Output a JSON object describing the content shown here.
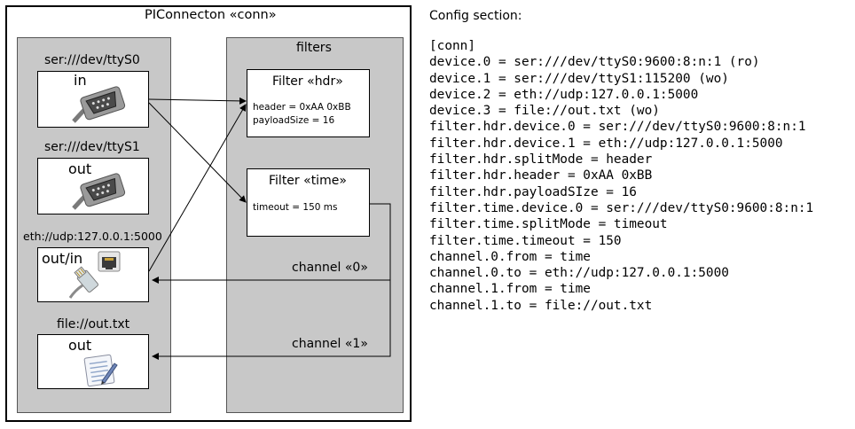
{
  "diagram": {
    "title": "PIConnecton «conn»",
    "filters_title": "filters",
    "devices": [
      {
        "label": "ser:///dev/ttyS0",
        "tag": "in",
        "icon": "serial-port-icon"
      },
      {
        "label": "ser:///dev/ttyS1",
        "tag": "out",
        "icon": "serial-port-icon"
      },
      {
        "label": "eth://udp:127.0.0.1:5000",
        "tag": "out/in",
        "icon": "ethernet-port-icon"
      },
      {
        "label": "file://out.txt",
        "tag": "out",
        "icon": "text-document-icon"
      }
    ],
    "filters": [
      {
        "title": "Filter «hdr»",
        "lines": [
          "header = 0xAA 0xBB",
          "payloadSize = 16"
        ]
      },
      {
        "title": "Filter «time»",
        "lines": [
          "timeout = 150 ms"
        ]
      }
    ],
    "channels": [
      "channel «0»",
      "channel «1»"
    ]
  },
  "config": {
    "heading": "Config section:",
    "lines": [
      "[conn]",
      "device.0 = ser:///dev/ttyS0:9600:8:n:1 (ro)",
      "device.1 = ser:///dev/ttyS1:115200 (wo)",
      "device.2 = eth://udp:127.0.0.1:5000",
      "device.3 = file://out.txt (wo)",
      "filter.hdr.device.0 = ser:///dev/ttyS0:9600:8:n:1",
      "filter.hdr.device.1 = eth://udp:127.0.0.1:5000",
      "filter.hdr.splitMode = header",
      "filter.hdr.header = 0xAA 0xBB",
      "filter.hdr.payloadSIze = 16",
      "filter.time.device.0 = ser:///dev/ttyS0:9600:8:n:1",
      "filter.time.splitMode = timeout",
      "filter.time.timeout = 150",
      "channel.0.from = time",
      "channel.0.to = eth://udp:127.0.0.1:5000",
      "channel.1.from = time",
      "channel.1.to = file://out.txt"
    ]
  },
  "colors": {
    "panel": "#c8c8c8",
    "line": "#000000",
    "box": "#ffffff"
  }
}
